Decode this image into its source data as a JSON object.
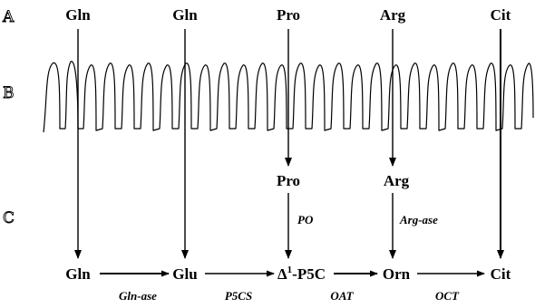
{
  "row_labels": {
    "a": "A",
    "b": "B",
    "c": "C"
  },
  "top": {
    "gln1": "Gln",
    "gln2": "Gln",
    "pro": "Pro",
    "arg": "Arg",
    "cit": "Cit"
  },
  "mid": {
    "pro": "Pro",
    "arg": "Arg"
  },
  "mid_enzymes": {
    "po": "PO",
    "arg_ase": "Arg-ase"
  },
  "bottom": {
    "gln": "Gln",
    "glu": "Glu",
    "p5c_delta": "Δ",
    "p5c_sup": "1",
    "p5c_rest": "-P5C",
    "orn": "Orn",
    "cit": "Cit"
  },
  "bottom_enzymes": {
    "gln_ase": "Gln-ase",
    "p5cs": "P5CS",
    "oat": "OAT",
    "oct": "OCT"
  }
}
